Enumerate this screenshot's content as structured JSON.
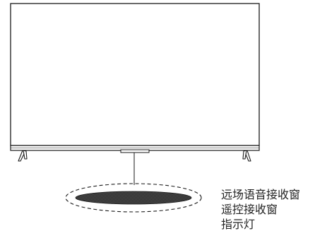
{
  "callout": {
    "lines": [
      "远场语音接收窗",
      "遥控接收窗",
      "指示灯"
    ]
  },
  "colors": {
    "stroke": "#1a1a1a",
    "screen": "#ffffff",
    "grille": "#3a3a3a"
  }
}
